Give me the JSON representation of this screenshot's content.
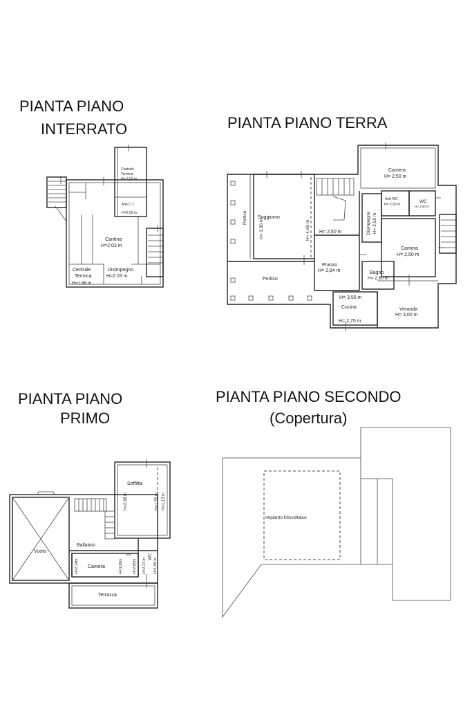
{
  "titles": {
    "interrato_1": "PIANTA PIANO",
    "interrato_2": "INTERRATO",
    "terra": "PIANTA PIANO TERRA",
    "primo_1": "PIANTA PIANO",
    "primo_2": "PRIMO",
    "secondo_1": "PIANTA PIANO SECONDO",
    "secondo_2": "(Copertura)"
  },
  "interrato": {
    "centrale_termica_top_1": "Centrale",
    "centrale_termica_top_2": "Termica",
    "centrale_termica_top_h": "H= 2.03 m",
    "anti_ct": "Anti C.T.",
    "anti_ct_h": "H=2.03 m",
    "cantina": "Cantina",
    "cantina_h": "H=2.03 m",
    "centrale_termica_1": "Centrale",
    "centrale_termica_2": "Termica",
    "centrale_termica_h": "H=1.86 m",
    "disimpegno": "Disimpegno",
    "disimpegno_h": "H=2.03 m"
  },
  "terra": {
    "camera_top": "Camera",
    "camera_top_h": "H= 2,50 m",
    "anti_wc": "Anti-WC",
    "anti_wc_h": "H= 2,50 m",
    "wc": "WC",
    "wc_h": "H= 2,50 m",
    "portico_side": "Portico",
    "soggiorno": "Soggiorno",
    "soggiorno_h": "H= 3,30 m",
    "h_460": "H= 4,60 m",
    "h_250": "H= 2,50 m",
    "disimpegno": "Disimpegno",
    "disimpegno_h": "H= 2,50 m",
    "camera_right": "Camera",
    "camera_right_h": "H= 2,50 m",
    "pranzo": "Pranzo",
    "pranzo_h": "H= 2,84 m",
    "bagno": "Bagno",
    "bagno_h": "H= 2,60 m",
    "portico_front": "Portico",
    "cucina_h_top": "H= 3,55 m",
    "cucina": "Cucina",
    "cucina_h": "H= 2,75 m",
    "veranda": "Veranda",
    "veranda_h": "H= 3,00 m"
  },
  "primo": {
    "soffitta": "Soffitta",
    "soffitta_h1": "H=2,98 m",
    "soffitta_h2": "H=1,55 m",
    "soffitta_h3": "H=1,13 m",
    "vuoto": "Vuoto",
    "ballatoio": "Ballatoio",
    "camera": "Camera",
    "camera_h1": "H=2,14m",
    "camera_h2": "H=3,20m",
    "camera_h3": "H=2,65m",
    "wc": "WC",
    "wc_h1": "H=2,17 m",
    "wc_h2": "H=1,56 m",
    "terrazza": "Terrazza"
  },
  "secondo": {
    "impianto": "Impianto fotovoltaico"
  }
}
